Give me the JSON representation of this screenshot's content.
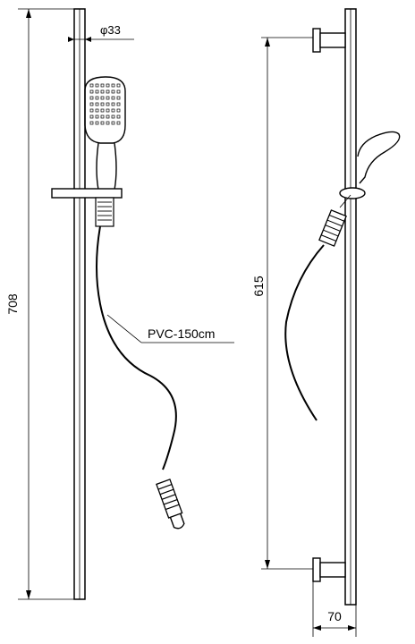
{
  "left_view": {
    "height_label": "708",
    "diameter_label": "φ33",
    "hose_label": "PVC-150cm"
  },
  "right_view": {
    "height_label": "615",
    "width_label": "70"
  }
}
